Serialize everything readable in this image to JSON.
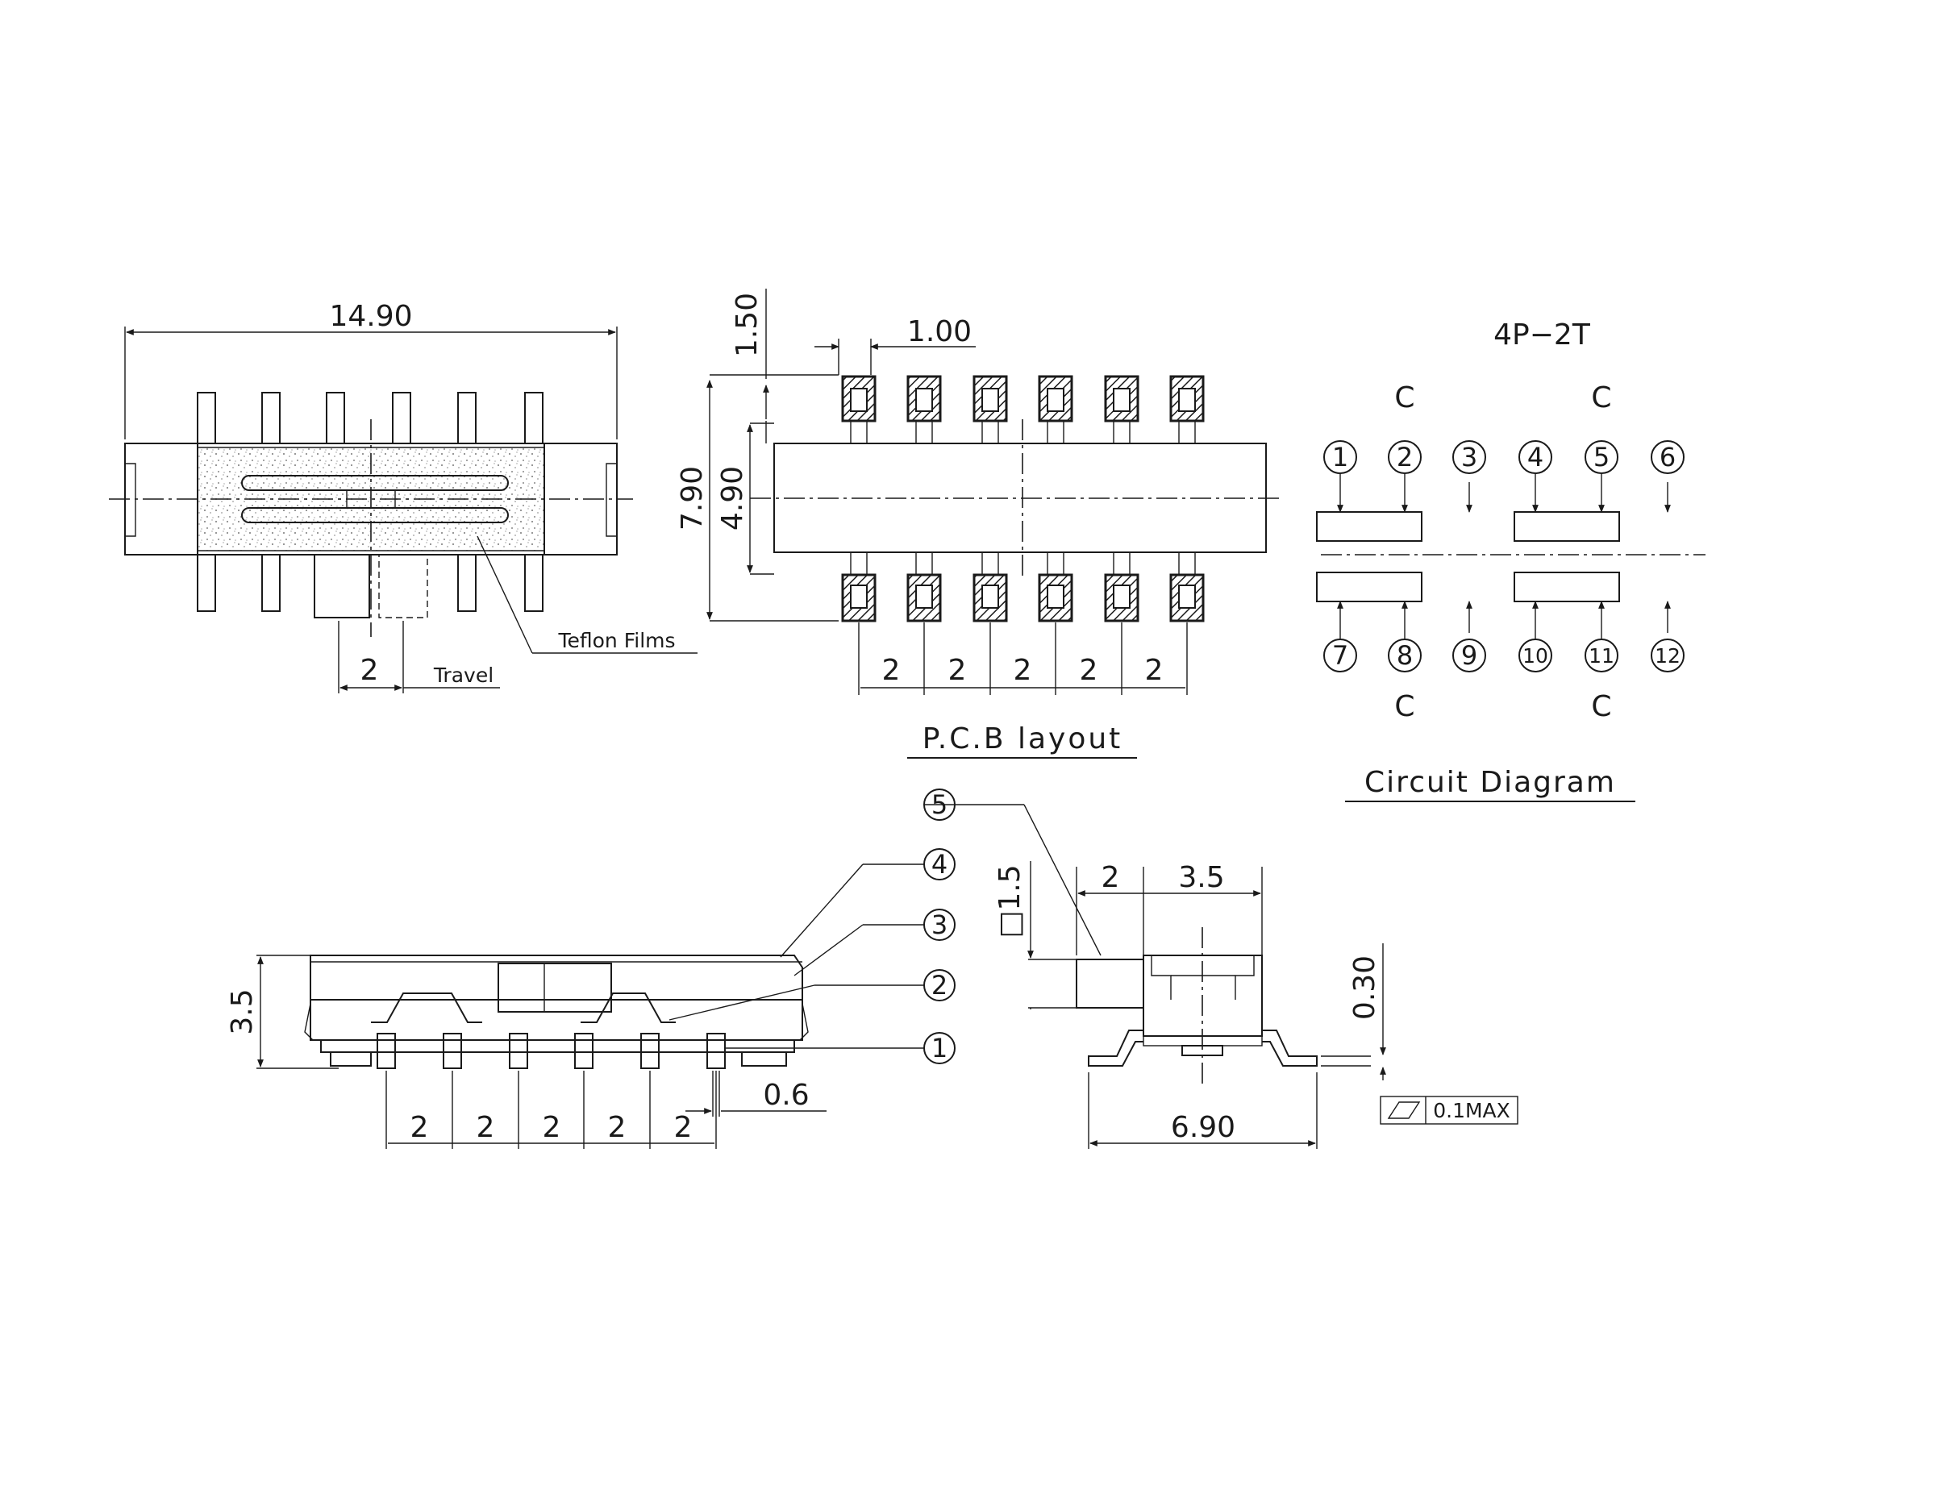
{
  "top_view": {
    "dim_width": "14.90",
    "dim_travel": "2",
    "travel_label": "Travel",
    "teflon_label": "Teflon Films"
  },
  "pcb": {
    "dim_top": "1.50",
    "dim_pad_width": "1.00",
    "dim_height": "7.90",
    "dim_body": "4.90",
    "pitch": [
      "2",
      "2",
      "2",
      "2",
      "2"
    ],
    "caption": "P.C.B layout"
  },
  "circuit": {
    "title": "4P−2T",
    "common_top": [
      "C",
      "C"
    ],
    "common_bottom": [
      "C",
      "C"
    ],
    "pins_top": [
      "1",
      "2",
      "3",
      "4",
      "5",
      "6"
    ],
    "pins_bottom": [
      "7",
      "8",
      "9",
      "10",
      "11",
      "12"
    ],
    "caption": "Circuit Diagram"
  },
  "side_view": {
    "dim_height": "3.5",
    "pitch": [
      "2",
      "2",
      "2",
      "2",
      "2"
    ],
    "dim_pin": "0.6",
    "callouts": [
      "5",
      "4",
      "3",
      "2",
      "1"
    ]
  },
  "end_view": {
    "dim_knob": "□1.5",
    "dim_offset": "2",
    "dim_body": "3.5",
    "dim_lead": "0.30",
    "dim_width": "6.90",
    "flatness": "0.1MAX"
  }
}
